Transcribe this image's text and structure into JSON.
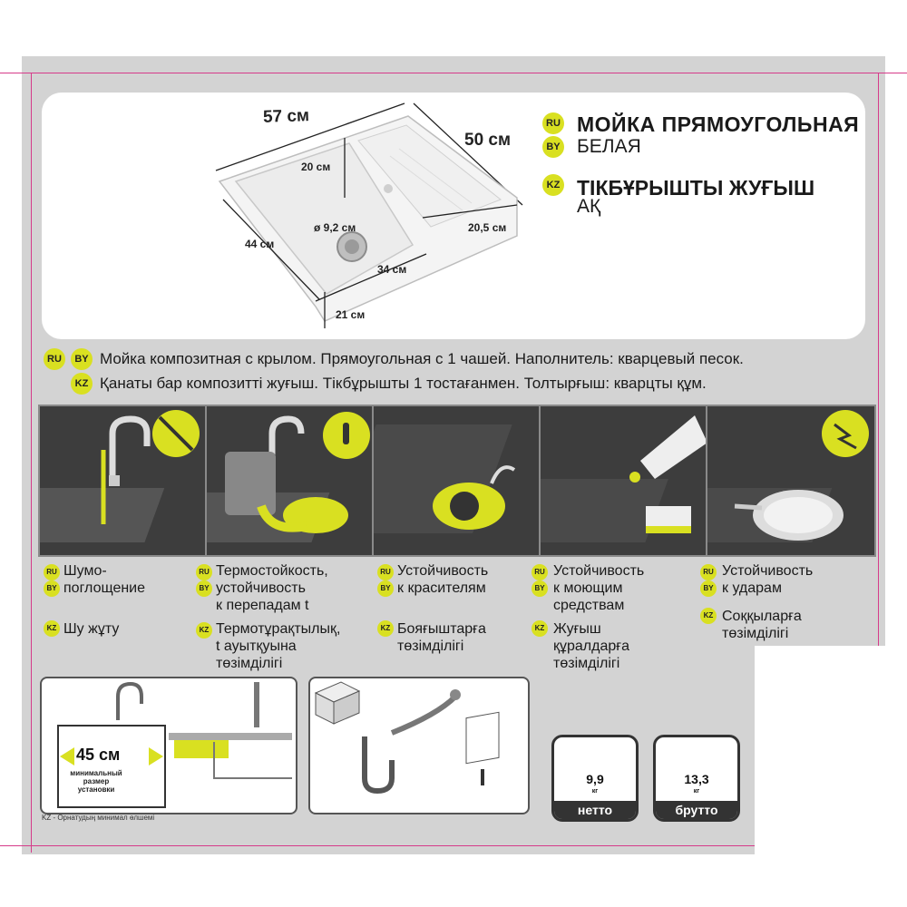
{
  "dimensions": {
    "width": "57 см",
    "depth": "50 см",
    "bowl_depth": "20 см",
    "drain": "ø 9,2 см",
    "wing": "20,5 см",
    "bowl_length": "44 см",
    "bowl_width": "34 см",
    "bottom": "21 см"
  },
  "title": {
    "ru_badge": "RU",
    "by_badge": "BY",
    "kz_badge": "KZ",
    "ru_line1": "МОЙКА ПРЯМОУГОЛЬНАЯ",
    "ru_line2": "БЕЛАЯ",
    "kz_line1": "ТІКБҰРЫШТЫ ЖУҒЫШ",
    "kz_line2": "АҚ"
  },
  "description": {
    "ru_badge": "RU",
    "by_badge": "BY",
    "kz_badge": "KZ",
    "ru": "Мойка композитная с крылом. Прямоугольная с 1 чашей.  Наполнитель: кварцевый песок.",
    "kz": "Қанаты бар композитті жуғыш. Тікбұрышты 1 тостағанмен. Толтырғыш: кварцты құм."
  },
  "features": [
    {
      "ru": "RU",
      "by": "BY",
      "kz": "KZ",
      "ru_text_1": "Шумо-",
      "ru_text_2": "поглощение",
      "ru_text_3": "",
      "kz_text_1": "Шу жұту",
      "kz_text_2": "",
      "kz_text_3": ""
    },
    {
      "ru": "RU",
      "by": "BY",
      "kz": "KZ",
      "ru_text_1": "Термостойкость,",
      "ru_text_2": "устойчивость",
      "ru_text_3": "к перепадам t",
      "kz_text_1": "Термотұрақтылық,",
      "kz_text_2": "t ауытқуына",
      "kz_text_3": "төзімділігі"
    },
    {
      "ru": "RU",
      "by": "BY",
      "kz": "KZ",
      "ru_text_1": "Устойчивость",
      "ru_text_2": "к красителям",
      "ru_text_3": "",
      "kz_text_1": "Бояғыштарға",
      "kz_text_2": "төзімділігі",
      "kz_text_3": ""
    },
    {
      "ru": "RU",
      "by": "BY",
      "kz": "KZ",
      "ru_text_1": "Устойчивость",
      "ru_text_2": "к моющим",
      "ru_text_3": "средствам",
      "kz_text_1": "Жуғыш",
      "kz_text_2": "құралдарға",
      "kz_text_3": "төзімділігі"
    },
    {
      "ru": "RU",
      "by": "BY",
      "kz": "KZ",
      "ru_text_1": "Устойчивость",
      "ru_text_2": "к ударам",
      "ru_text_3": "",
      "kz_text_1": "Соққыларға",
      "kz_text_2": "төзімділігі",
      "kz_text_3": ""
    }
  ],
  "install": {
    "size": "45 см",
    "caption_1": "минимальный",
    "caption_2": "размер",
    "caption_3": "установки",
    "kz_note": "KZ - Орнатудың минимал өлшемі"
  },
  "weights": {
    "net_value": "9,9",
    "net_unit": "кг",
    "net_label": "нетто",
    "gross_value": "13,3",
    "gross_unit": "кг",
    "gross_label": "брутто"
  },
  "colors": {
    "accent": "#d9e021",
    "panel": "#3d3d3d",
    "sheet": "#d3d3d3",
    "guide": "#d63b8a"
  },
  "icons": [
    "faucet-icon",
    "mute-icon",
    "thermometer-icon",
    "drain-pipe-icon",
    "box-icon",
    "manual-icon",
    "impact-icon"
  ]
}
